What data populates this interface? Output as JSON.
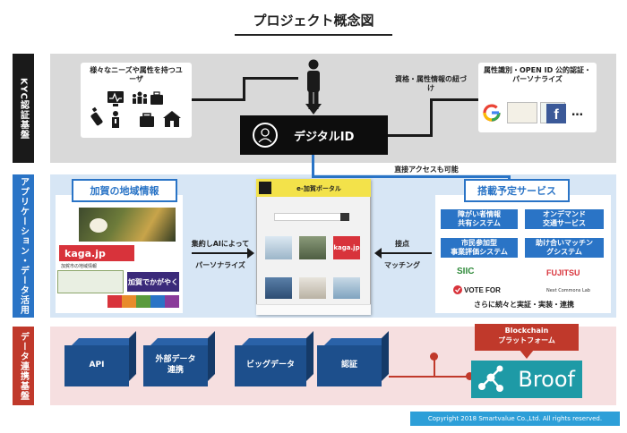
{
  "title": "プロジェクト概念図",
  "bands": {
    "kyc": "KYC認証基盤",
    "app": "アプリケーション・データ活用",
    "data": "データ連携基盤"
  },
  "kyc": {
    "users_label": "様々なニーズや属性を持つユーザ",
    "credentials_label": "資格・属性情報の紐づけ",
    "auth_label": "属性識別・OPEN ID 公的認証・パーソナライズ",
    "more": "…",
    "digital_id": "デジタルID"
  },
  "app": {
    "direct_access": "直接アクセスも可能",
    "local_info_title": "加賀の地域情報",
    "local_info_sub": "加賀市の地域情報",
    "kaga_logo": "kaga.jp",
    "kaga_portal_text": "加賀でかがやく",
    "ai_line1": "集約しAIによって",
    "ai_line2": "パーソナライズ",
    "portal_title": "e-加賀ポータル",
    "contact_line1": "接点",
    "contact_line2": "マッチング",
    "services_title": "搭載予定サービス",
    "services": [
      "障がい者情報\n共有システム",
      "オンデマンド\n交通サービス",
      "市民参加型\n事業評価システム",
      "助け合いマッチン\nグシステム"
    ],
    "partners": [
      "SIIC",
      "FUJITSU",
      "VOTE FOR",
      "Next Commons Lab"
    ],
    "more_services": "さらに続々と実証・実装・連携"
  },
  "data": {
    "cubes": [
      "API",
      "外部データ\n連携",
      "ビッグデータ",
      "認証"
    ],
    "blockchain_label": "Blockchain\nプラットフォーム",
    "broof": "Broof"
  },
  "copyright": "Copyright 2018 Smartvalue Co.,Ltd. All rights reserved."
}
